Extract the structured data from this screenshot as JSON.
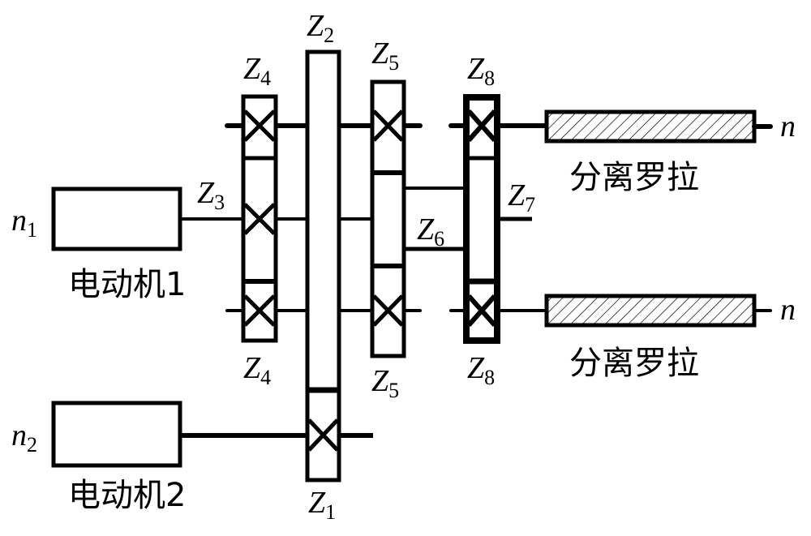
{
  "diagram": {
    "title": "Dual-motor gear transmission driving separation rollers",
    "colors": {
      "stroke": "#000000",
      "background": "#ffffff"
    },
    "motors": [
      {
        "id": "motor-1",
        "label": "电动机1",
        "speed_symbol": "n",
        "speed_sub": "1"
      },
      {
        "id": "motor-2",
        "label": "电动机2",
        "speed_symbol": "n",
        "speed_sub": "2"
      }
    ],
    "gears": [
      {
        "id": "Z1",
        "symbol": "Z",
        "sub": "1"
      },
      {
        "id": "Z2",
        "symbol": "Z",
        "sub": "2"
      },
      {
        "id": "Z3",
        "symbol": "Z",
        "sub": "3"
      },
      {
        "id": "Z4-top",
        "symbol": "Z",
        "sub": "4"
      },
      {
        "id": "Z4-bottom",
        "symbol": "Z",
        "sub": "4"
      },
      {
        "id": "Z5-top",
        "symbol": "Z",
        "sub": "5"
      },
      {
        "id": "Z5-bottom",
        "symbol": "Z",
        "sub": "5"
      },
      {
        "id": "Z6",
        "symbol": "Z",
        "sub": "6"
      },
      {
        "id": "Z7",
        "symbol": "Z",
        "sub": "7"
      },
      {
        "id": "Z8-top",
        "symbol": "Z",
        "sub": "8"
      },
      {
        "id": "Z8-bottom",
        "symbol": "Z",
        "sub": "8"
      }
    ],
    "rollers": [
      {
        "id": "roller-top",
        "label": "分离罗拉",
        "speed_symbol": "n"
      },
      {
        "id": "roller-bottom",
        "label": "分离罗拉",
        "speed_symbol": "n"
      }
    ]
  }
}
